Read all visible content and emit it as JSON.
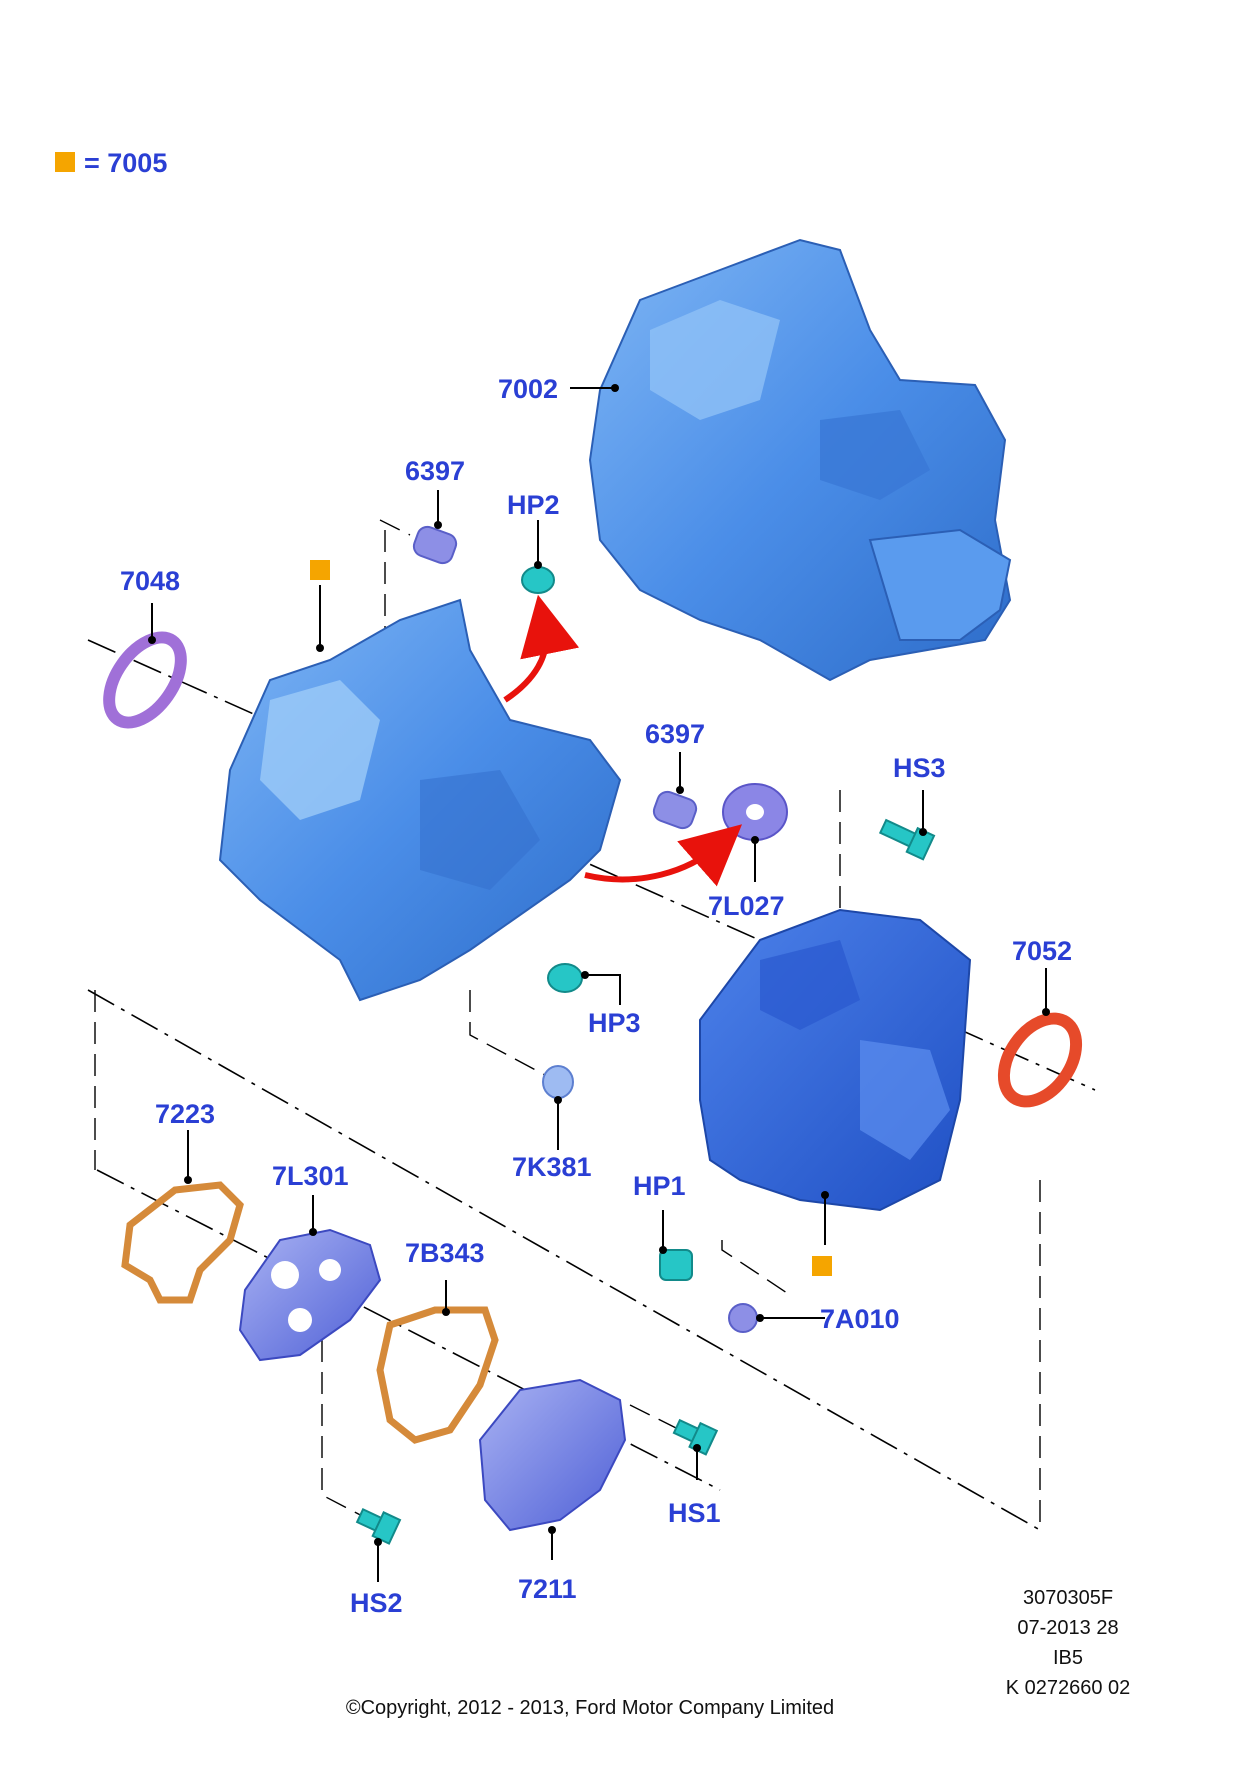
{
  "legend": {
    "text": "= 7005",
    "marker_color": "#f5a500"
  },
  "colors": {
    "label": "#2a3fd4",
    "housing": "#4b8ee8",
    "housing_dark": "#2d6cc9",
    "dark_housing": "#2f63d8",
    "bolt": "#26c6c6",
    "gasket": "#d58a3a",
    "cover": "#6c79e0",
    "seal_purple": "#a070d8",
    "seal_red": "#e64a2a",
    "arrow": "#e8120c",
    "washer": "#8b86e6"
  },
  "labels": {
    "p7002": "7002",
    "p6397a": "6397",
    "hp2": "HP2",
    "p7048": "7048",
    "p6397b": "6397",
    "hs3": "HS3",
    "p7l027": "7L027",
    "p7052": "7052",
    "hp3": "HP3",
    "p7k381": "7K381",
    "p7223": "7223",
    "p7l301": "7L301",
    "hp1": "HP1",
    "p7b343": "7B343",
    "p7a010": "7A010",
    "hs1": "HS1",
    "hs2": "HS2",
    "p7211": "7211"
  },
  "footer": {
    "code": "3070305F",
    "date": "07-2013 28",
    "ref": "IB5",
    "catalog": "K 0272660 02",
    "copyright": "©Copyright, 2012 - 2013, Ford Motor Company Limited"
  }
}
